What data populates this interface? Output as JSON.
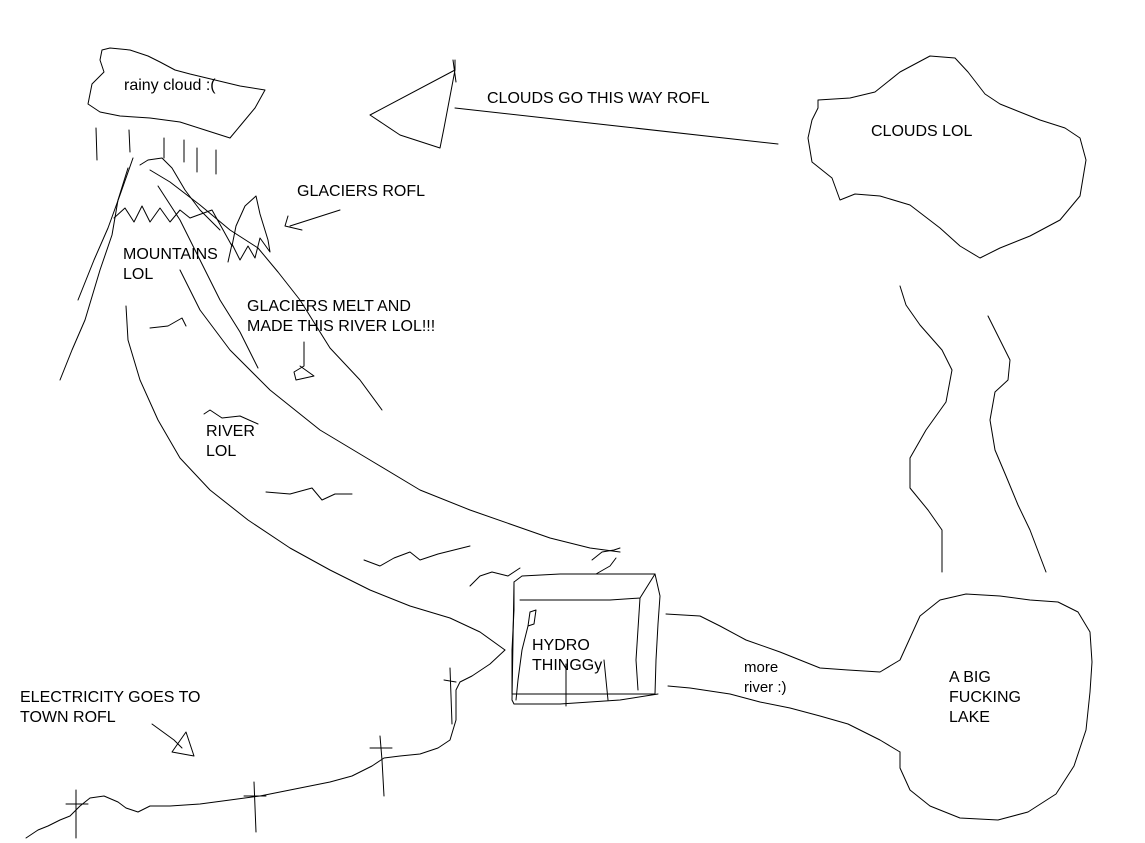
{
  "labels": {
    "rainy_cloud": "rainy cloud :(",
    "clouds_direction": "CLOUDS GO THIS WAY ROFL",
    "clouds": "CLOUDS LOL",
    "glaciers": "GLACIERS ROFL",
    "mountains_line1": "MOUNTAINS",
    "mountains_line2": "LOL",
    "glaciers_melt_line1": "GLACIERS MELT AND",
    "glaciers_melt_line2": "MADE THIS RIVER LOL!!!",
    "river_line1": "RIVER",
    "river_line2": "LOL",
    "hydro_line1": "HYDRO",
    "hydro_line2": "THINGGy",
    "more_river_line1": "more",
    "more_river_line2": "river :)",
    "lake_line1": "A BIG",
    "lake_line2": "FUCKING",
    "lake_line3": "LAKE",
    "electricity_line1": "ELECTRICITY GOES TO",
    "electricity_line2": "TOWN ROFL"
  },
  "colors": {
    "ink": "#000000",
    "paper": "#ffffff"
  }
}
